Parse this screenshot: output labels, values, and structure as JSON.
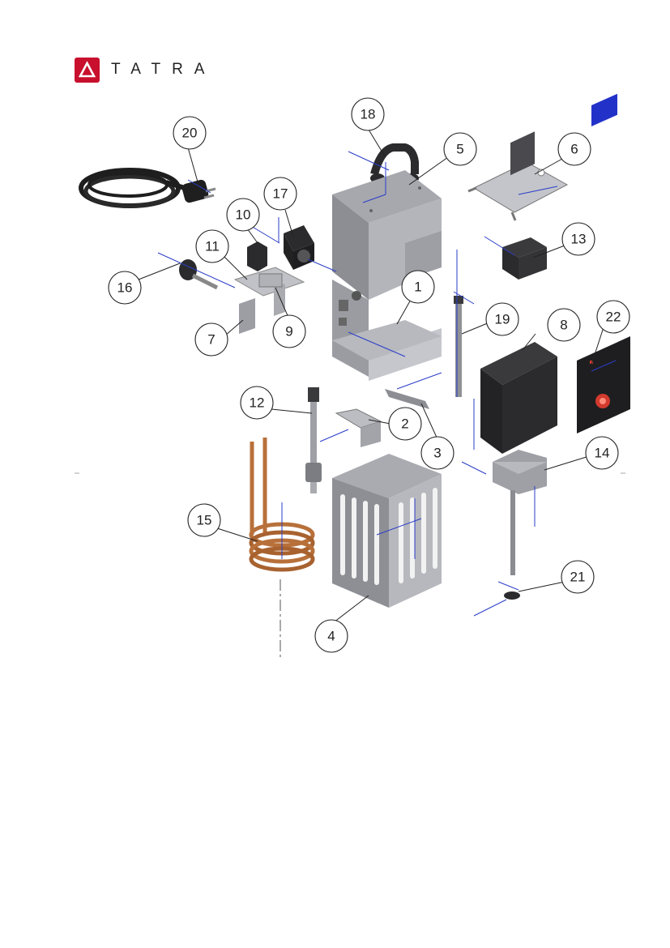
{
  "brand": {
    "name": "TATRA",
    "color": "#c8102e",
    "logo_icon": "triangle-logo-icon"
  },
  "callouts": [
    "1",
    "2",
    "3",
    "4",
    "5",
    "6",
    "7",
    "8",
    "9",
    "10",
    "11",
    "12",
    "13",
    "14",
    "15",
    "16",
    "17",
    "18",
    "19",
    "20",
    "21",
    "22"
  ],
  "colors": {
    "axis": "#2a3cc8",
    "metal": "#9a9ca2",
    "dark": "#2b2b2e",
    "copper": "#b8703a",
    "panel_red": "#d23a2e",
    "panel_blue": "#2232c8"
  }
}
